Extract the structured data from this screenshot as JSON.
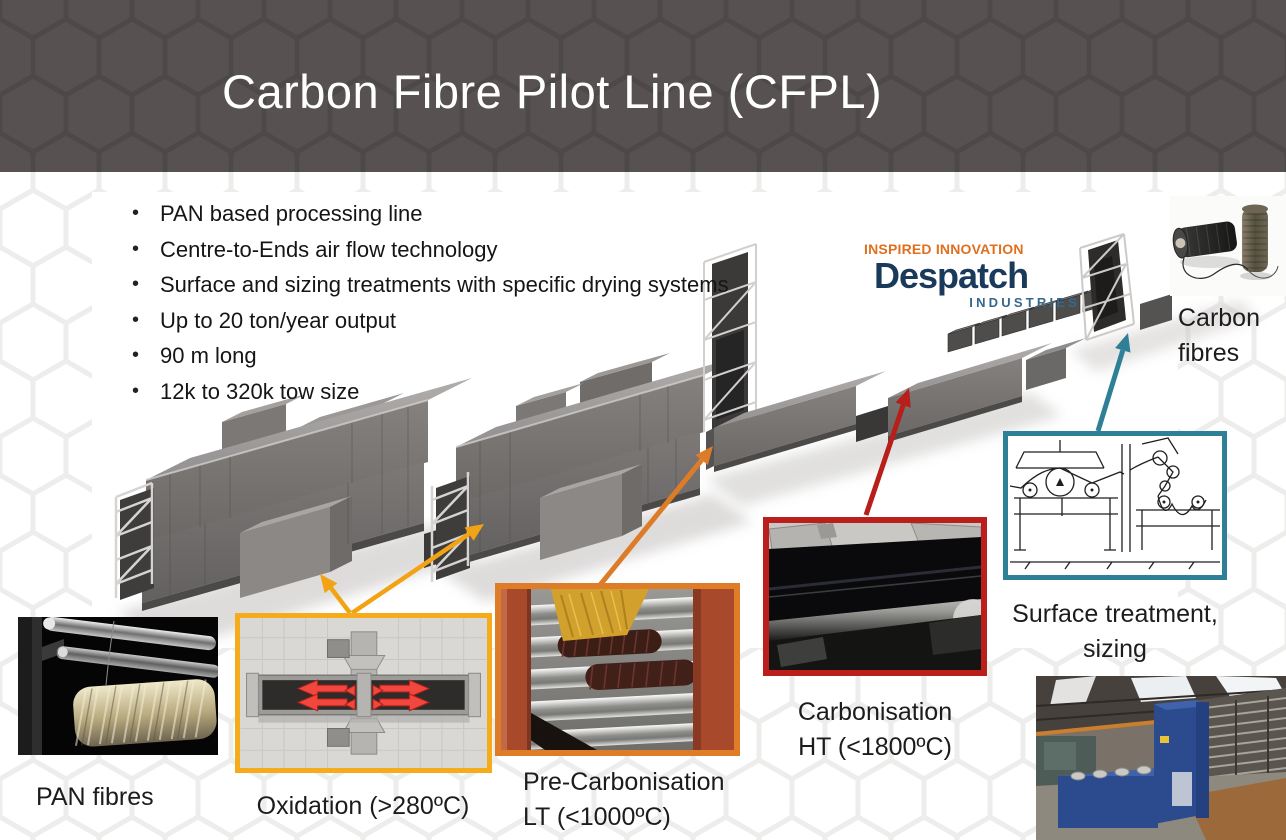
{
  "slide_title": "Carbon Fibre Pilot Line (CFPL)",
  "bullets": [
    "PAN based processing line",
    "Centre-to-Ends air flow technology",
    "Surface and sizing treatments with specific drying systems",
    "Up to 20 ton/year output",
    "90 m long",
    "12k to 320k tow size"
  ],
  "logo": {
    "tagline": "INSPIRED INNOVATION",
    "company": "Despatch",
    "division": "INDUSTRIES"
  },
  "stage_labels": {
    "pan_fibres": "PAN fibres",
    "oxidation": "Oxidation (>280ºC)",
    "pre_carbonisation_line1": "Pre-Carbonisation",
    "pre_carbonisation_line2": "LT (<1000ºC)",
    "carbonisation_line1": "Carbonisation",
    "carbonisation_line2": "HT (<1800ºC)",
    "surface_treatment_line1": "Surface treatment,",
    "surface_treatment_line2": "sizing",
    "carbon_fibres_line1": "Carbon",
    "carbon_fibres_line2": "fibres"
  },
  "colors": {
    "header_background": "#575152",
    "oxidation_accent": "#F5AC1B",
    "pre_carbonisation_accent": "#DF7C28",
    "carbonisation_accent": "#BB1F1B",
    "surface_treatment_accent": "#2E8096",
    "logo_tagline_orange": "#E0701F",
    "logo_company_navy": "#1A3A5C",
    "logo_division_teal": "#36688C"
  }
}
